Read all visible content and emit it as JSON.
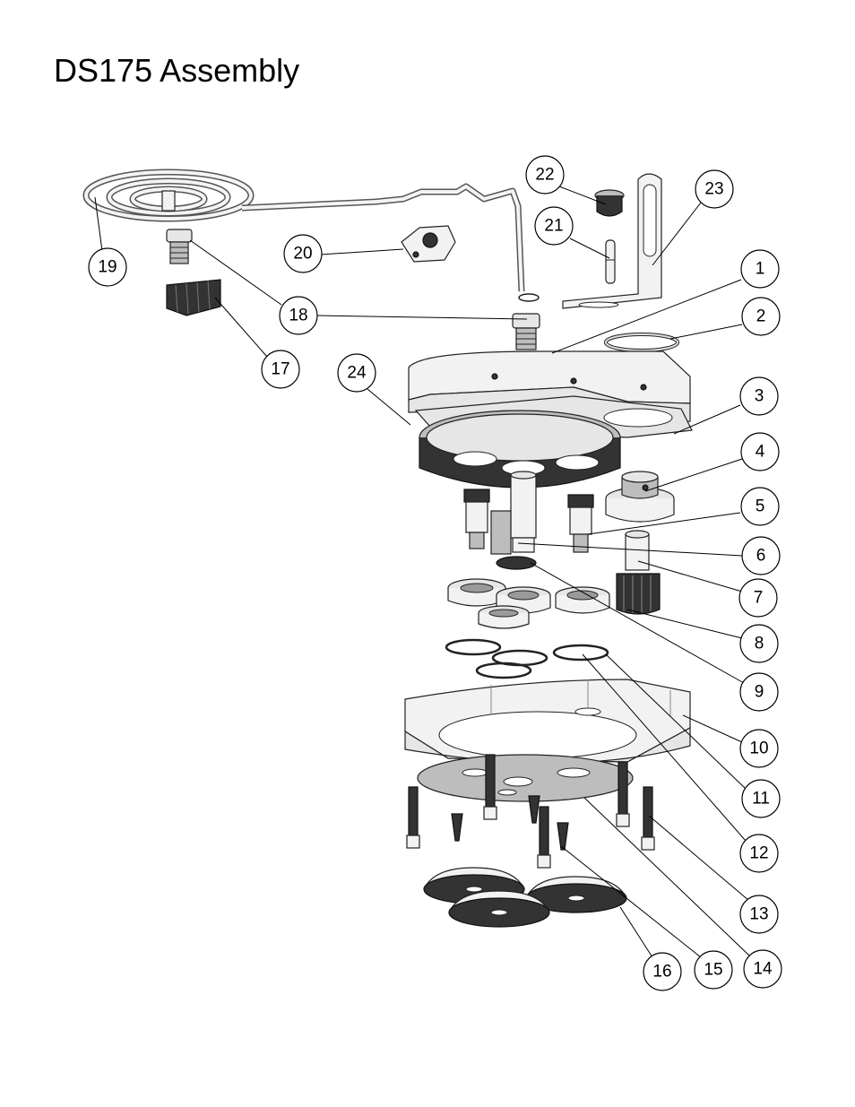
{
  "title": "DS175 Assembly",
  "callouts": [
    {
      "number": "1"
    },
    {
      "number": "2"
    },
    {
      "number": "3"
    },
    {
      "number": "4"
    },
    {
      "number": "5"
    },
    {
      "number": "6"
    },
    {
      "number": "7"
    },
    {
      "number": "8"
    },
    {
      "number": "9"
    },
    {
      "number": "10"
    },
    {
      "number": "11"
    },
    {
      "number": "12"
    },
    {
      "number": "13"
    },
    {
      "number": "14"
    },
    {
      "number": "15"
    },
    {
      "number": "16"
    },
    {
      "number": "17"
    },
    {
      "number": "18"
    },
    {
      "number": "19"
    },
    {
      "number": "20"
    },
    {
      "number": "21"
    },
    {
      "number": "22"
    },
    {
      "number": "23"
    },
    {
      "number": "24"
    }
  ]
}
